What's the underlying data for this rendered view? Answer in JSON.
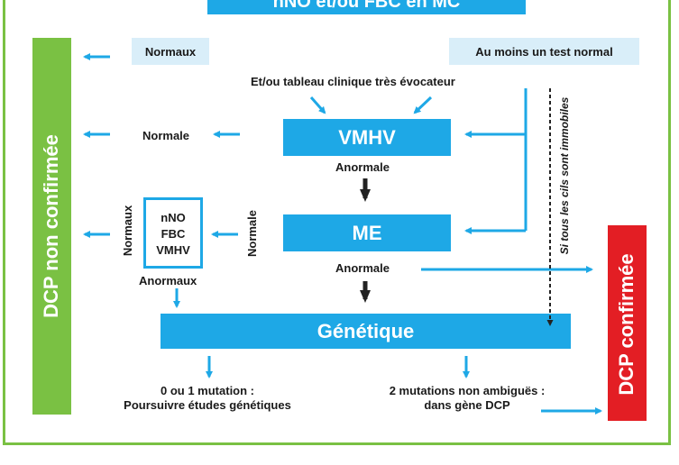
{
  "top_box": {
    "label": "nNO et/ou FBC en MC"
  },
  "side_left": {
    "label": "DCP non confirmée",
    "color": "#7ac143"
  },
  "side_right": {
    "label": "DCP confirmée",
    "color": "#e31e24"
  },
  "normaux_top": {
    "label": "Normaux"
  },
  "test_normal": {
    "label": "Au moins un test normal"
  },
  "clinical_note": {
    "label": "Et/ou tableau clinique très évocateur"
  },
  "vmhv": {
    "label": "VMHV",
    "normal_label": "Normale",
    "abnormal_label": "Anormale"
  },
  "me": {
    "label": "ME",
    "normal_label": "Normale",
    "abnormal_label": "Anormale"
  },
  "retest": {
    "items": [
      "nNO",
      "FBC",
      "VMHV"
    ],
    "normal_label": "Normaux",
    "abnormal_label": "Anormaux"
  },
  "genetique": {
    "label": "Génétique"
  },
  "cilia_note": {
    "label": "Si tous les cils sont immobiles"
  },
  "outcome_left": {
    "line1": "0 ou 1 mutation :",
    "line2": "Poursuivre études génétiques"
  },
  "outcome_right": {
    "line1": "2 mutations non ambiguës :",
    "line2": "dans gène DCP"
  },
  "colors": {
    "primary_blue": "#1ea8e6",
    "light_blue": "#d9eef9",
    "arrow_blue": "#1ea8e6",
    "arrow_dark": "#222222"
  }
}
